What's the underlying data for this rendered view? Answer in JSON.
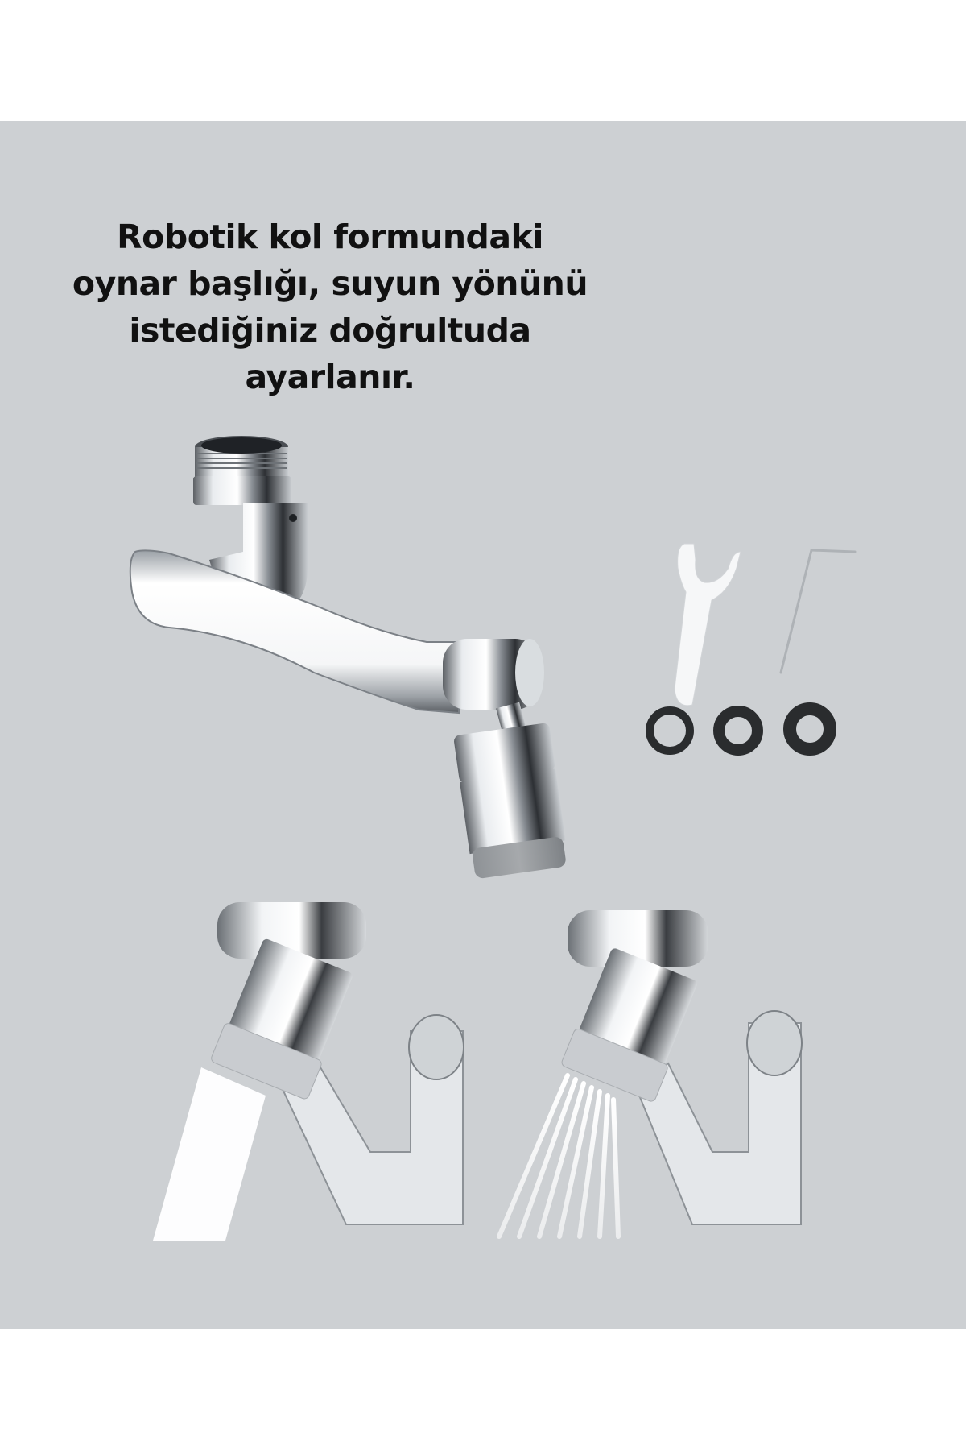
{
  "page": {
    "background": "#ffffff",
    "panel_color": "#cdd0d3",
    "text_color": "#111111"
  },
  "headline": {
    "lines": [
      "Robotik kol formundaki",
      "oynar başlığı, suyun yönünü",
      "istediğiniz doğrultuda",
      "ayarlanır."
    ]
  },
  "product": {
    "main_image": "rotating-robotic-arm-faucet-aerator",
    "accessories": [
      {
        "name": "wrench",
        "color": "#f4f5f6"
      },
      {
        "name": "allen-key",
        "color": "#b9bcbf"
      },
      {
        "name": "rubber-washer-1",
        "color": "#2a2c2e"
      },
      {
        "name": "rubber-washer-2",
        "color": "#2a2c2e"
      },
      {
        "name": "rubber-washer-3",
        "color": "#2a2c2e"
      }
    ],
    "demo_photos": [
      {
        "name": "demo-solid-stream",
        "mode": "solid stream"
      },
      {
        "name": "demo-spray",
        "mode": "spray"
      }
    ]
  }
}
